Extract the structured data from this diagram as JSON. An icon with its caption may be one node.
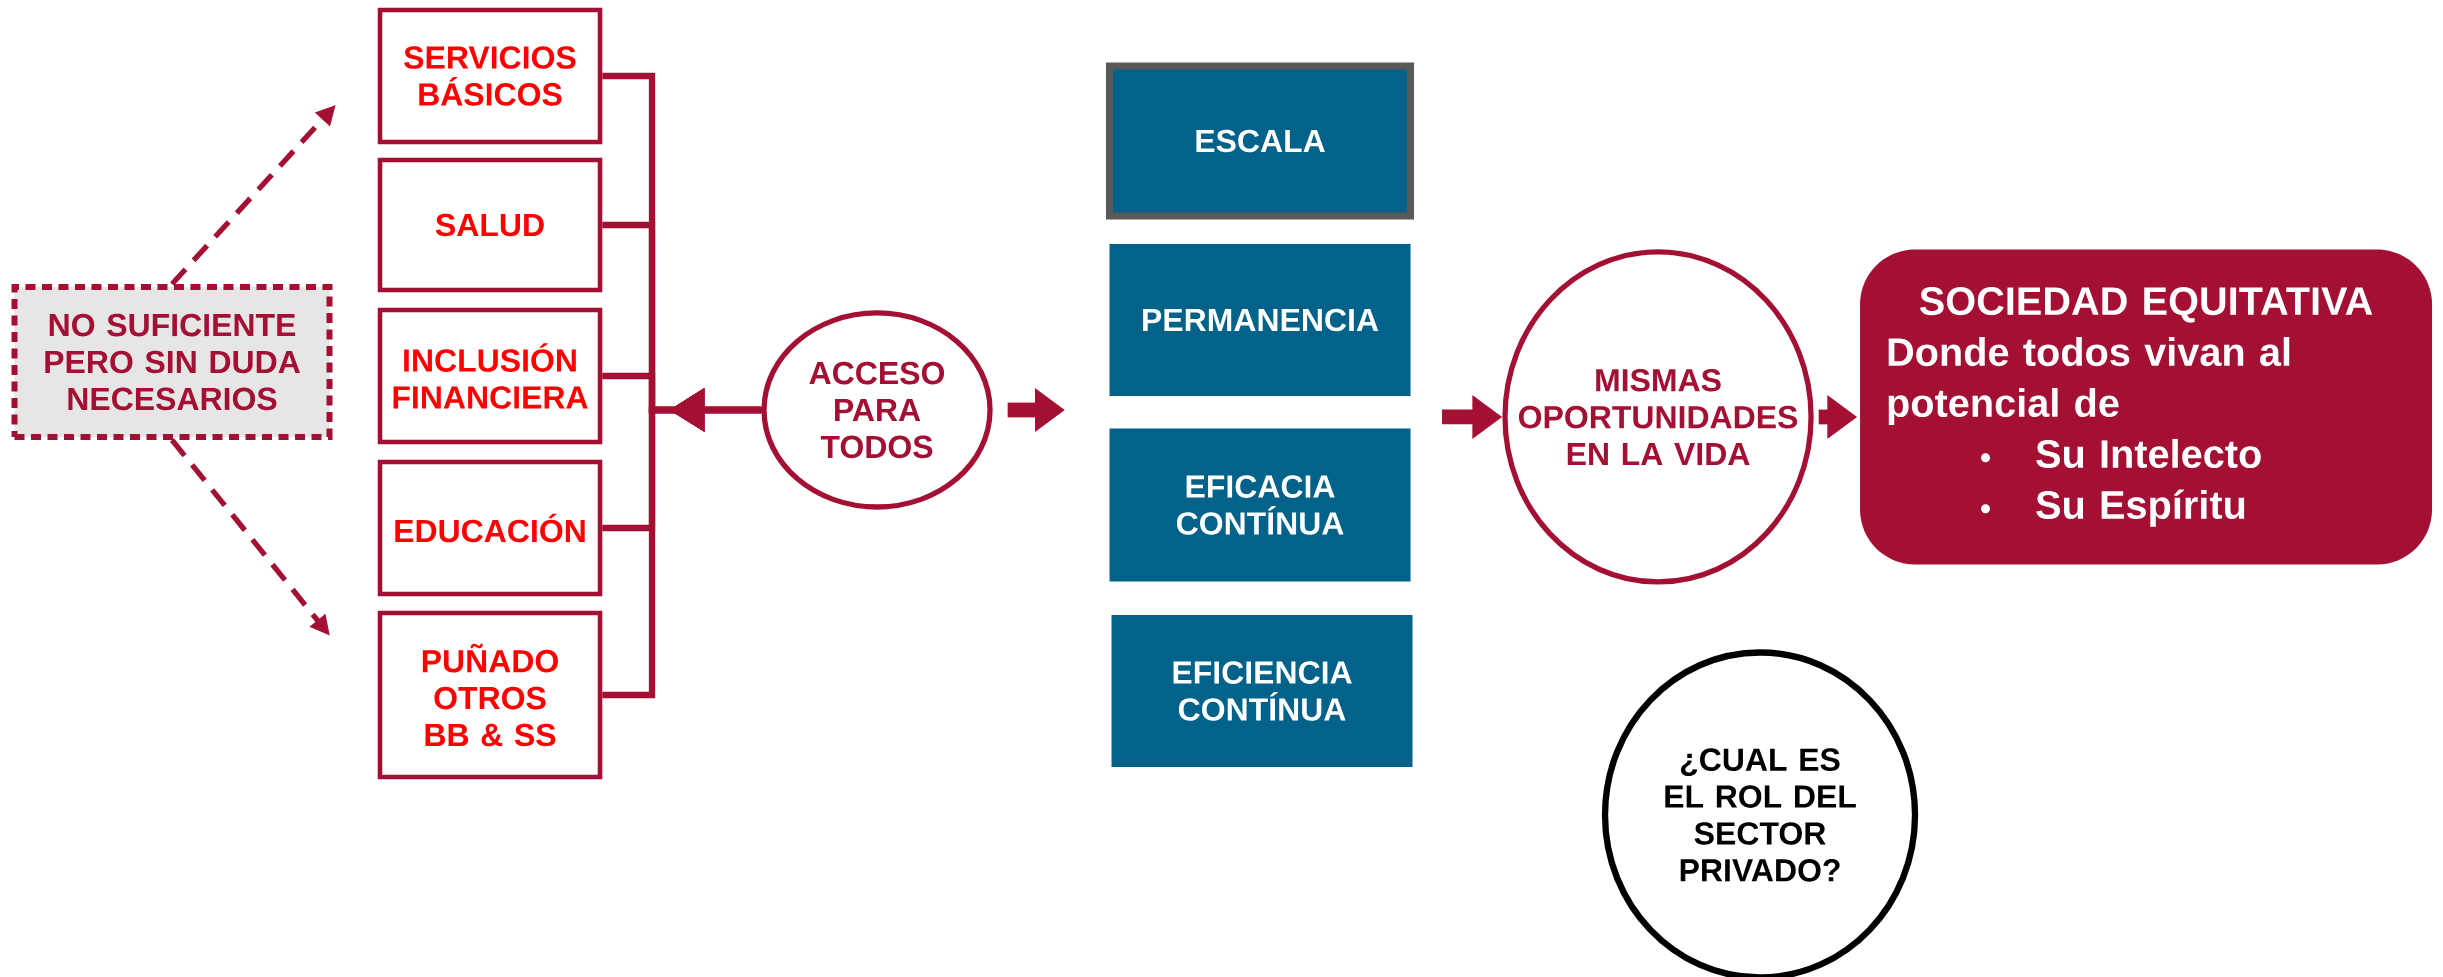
{
  "diagram": {
    "nodes": [
      {
        "text": [
          "NO SUFICIENTE PERO SIN DUDA NECESARIOS"
        ]
      },
      {
        "text": [
          "SERVICIOS BÁSICOS"
        ]
      },
      {
        "text": [
          "SALUD"
        ]
      },
      {
        "text": [
          "INCLUSIÓN FINANCIERA"
        ]
      },
      {
        "text": [
          "EDUCACIÓN"
        ]
      },
      {
        "text": [
          "PUÑADO OTROS BB & SS"
        ]
      },
      {
        "text": [
          "ACCESO PARA TODOS"
        ]
      },
      {
        "text": [
          "ESCALA"
        ]
      },
      {
        "text": [
          "PERMANENCIA"
        ]
      },
      {
        "text": [
          "EFICACIA CONTÍNUA"
        ]
      },
      {
        "text": [
          "EFICIENCIA CONTÍNUA"
        ]
      },
      {
        "text": [
          "MISMAS OPORTUNIDADES EN LA VIDA"
        ]
      },
      {
        "text": [
          "SOCIEDAD EQUITATIVA",
          "Donde todos vivan al potencial de",
          "Su Intelecto",
          "Su Espíritu"
        ]
      },
      {
        "text": [
          "¿CUAL ES EL ROL DEL SECTOR PRIVADO?"
        ]
      }
    ],
    "edges": [
      {
        "from": 0,
        "to": 1,
        "arrow": "to",
        "style": "dashed"
      },
      {
        "from": 0,
        "to": 5,
        "arrow": "to",
        "style": "dashed"
      },
      {
        "from": 6,
        "to": 1,
        "arrow": "to"
      },
      {
        "from": 6,
        "to": 2,
        "arrow": "to"
      },
      {
        "from": 6,
        "to": 3,
        "arrow": "to"
      },
      {
        "from": 6,
        "to": 4,
        "arrow": "to"
      },
      {
        "from": 6,
        "to": 5,
        "arrow": "to"
      },
      {
        "from": 6,
        "to": null,
        "arrow": "to",
        "style": "thick"
      },
      {
        "from": null,
        "to": 11,
        "arrow": "to",
        "style": "thick"
      },
      {
        "from": 11,
        "to": 12,
        "arrow": "to",
        "style": "thick"
      }
    ]
  }
}
